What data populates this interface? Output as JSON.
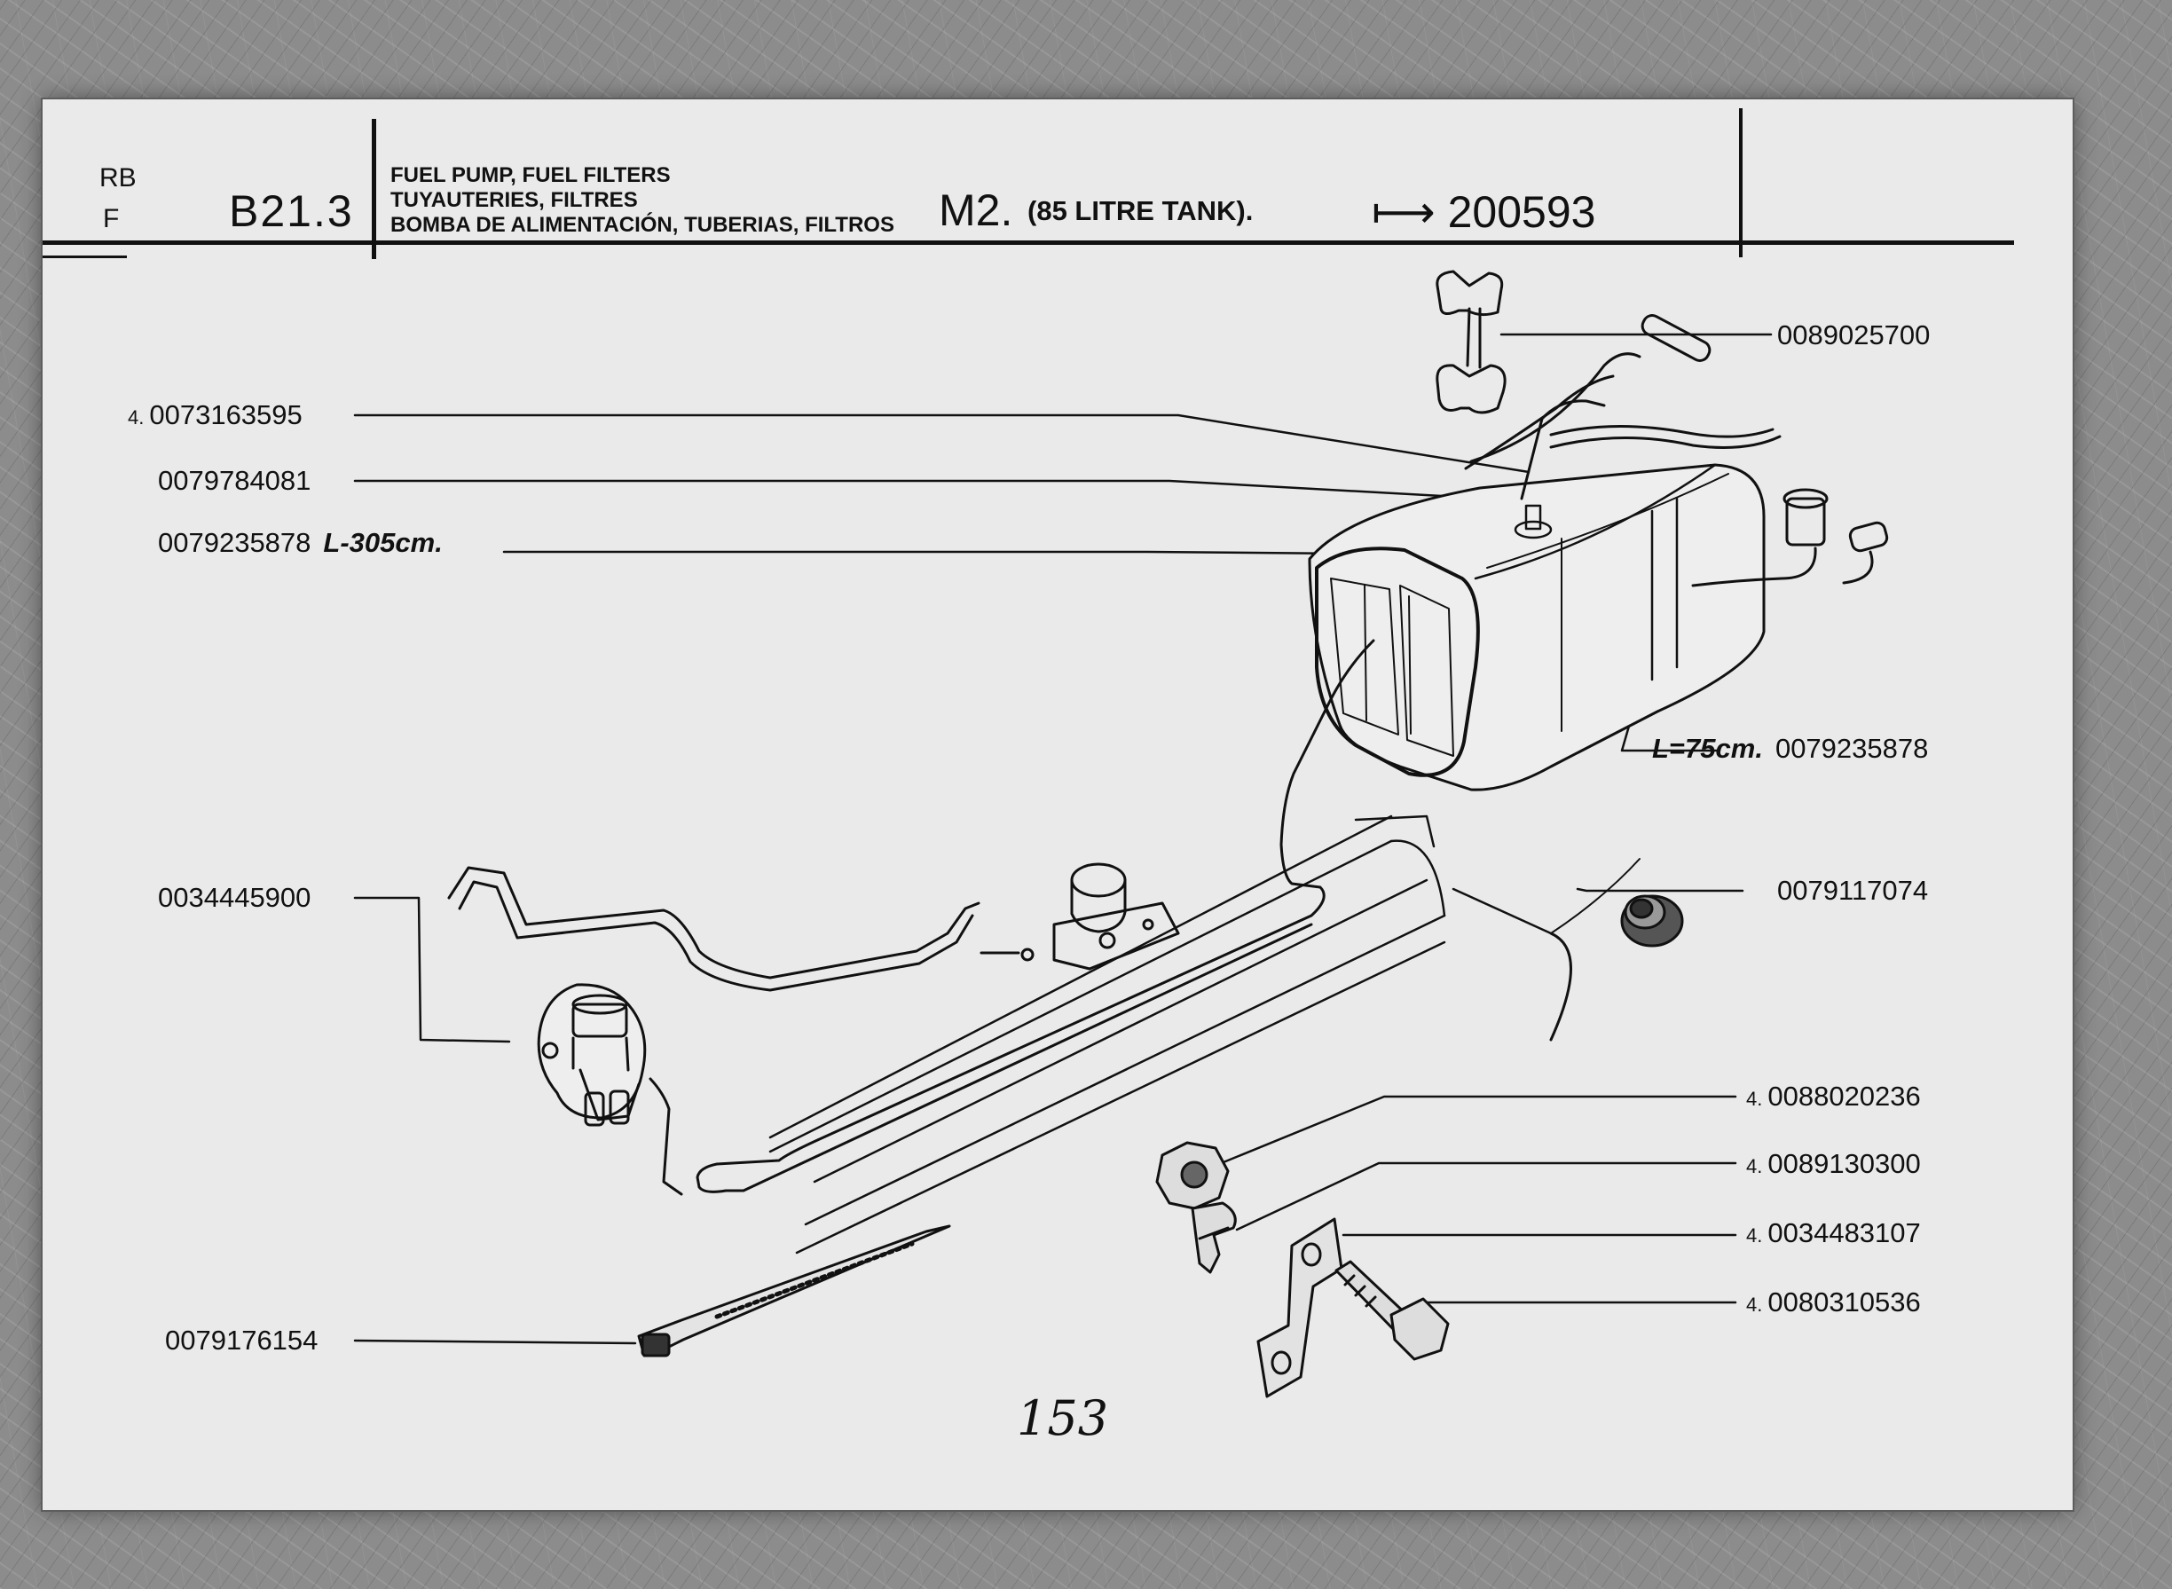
{
  "header": {
    "lang_rb": "RB",
    "lang_f": "F",
    "section_code": "B21.3",
    "title_en": "FUEL PUMP, FUEL FILTERS",
    "title_fr": "TUYAUTERIES, FILTRES",
    "title_es": "BOMBA DE ALIMENTACIÓN, TUBERIAS, FILTROS",
    "model": "M2.",
    "tank_note": "(85 LITRE TANK).",
    "arrow_symbol": "⟼",
    "serial_from": "200593"
  },
  "callouts": [
    {
      "qty": "",
      "part": "0089025700",
      "length": ""
    },
    {
      "qty": "4.",
      "part": "0073163595",
      "length": ""
    },
    {
      "qty": "",
      "part": "0079784081",
      "length": ""
    },
    {
      "qty": "",
      "part": "0079235878",
      "length": "L-305cm."
    },
    {
      "qty": "",
      "part": "0079235878",
      "length": "L=75cm."
    },
    {
      "qty": "",
      "part": "0034445900",
      "length": ""
    },
    {
      "qty": "",
      "part": "0079117074",
      "length": ""
    },
    {
      "qty": "4.",
      "part": "0088020236",
      "length": ""
    },
    {
      "qty": "4.",
      "part": "0089130300",
      "length": ""
    },
    {
      "qty": "4.",
      "part": "0034483107",
      "length": ""
    },
    {
      "qty": "4.",
      "part": "0080310536",
      "length": ""
    },
    {
      "qty": "",
      "part": "0079176154",
      "length": ""
    }
  ],
  "page_number": "153",
  "colors": {
    "ink": "#111111",
    "paper": "#eaeaea",
    "backdrop": "#8c8c8c"
  },
  "icons": [
    "fuel-tank-icon",
    "fuel-pump-icon",
    "carburetor-icon",
    "grommet-icon",
    "nut-icon",
    "clip-icon",
    "bracket-icon",
    "bolt-icon",
    "cable-tie-icon",
    "hose-clamp-icon"
  ]
}
